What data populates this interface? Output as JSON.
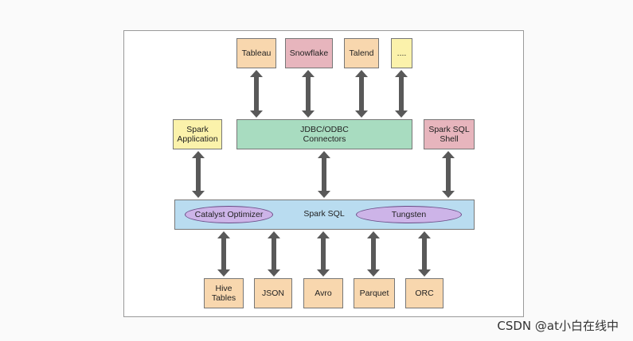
{
  "colors": {
    "peach": "#f8d7ae",
    "pink": "#e7b5bd",
    "yellow": "#fbf2ab",
    "green": "#a8dcc0",
    "blue": "#b9dcf0",
    "purple": "#cdb4e8",
    "arrow": "#595959"
  },
  "clients": [
    {
      "id": "tableau",
      "label": "Tableau",
      "color": "peach"
    },
    {
      "id": "snowflake",
      "label": "Snowflake",
      "color": "pink"
    },
    {
      "id": "talend",
      "label": "Talend",
      "color": "peach"
    },
    {
      "id": "more",
      "label": "....",
      "color": "yellow"
    }
  ],
  "middle": {
    "spark_application": "Spark\nApplication",
    "connectors": "JDBC/ODBC\nConnectors",
    "shell": "Spark SQL\nShell"
  },
  "core": {
    "label": "Spark SQL",
    "catalyst": "Catalyst Optimizer",
    "tungsten": "Tungsten"
  },
  "sources": [
    {
      "id": "hive",
      "label": "Hive\nTables"
    },
    {
      "id": "json",
      "label": "JSON"
    },
    {
      "id": "avro",
      "label": "Avro"
    },
    {
      "id": "parquet",
      "label": "Parquet"
    },
    {
      "id": "orc",
      "label": "ORC"
    }
  ],
  "watermark": "CSDN @at小白在线中"
}
